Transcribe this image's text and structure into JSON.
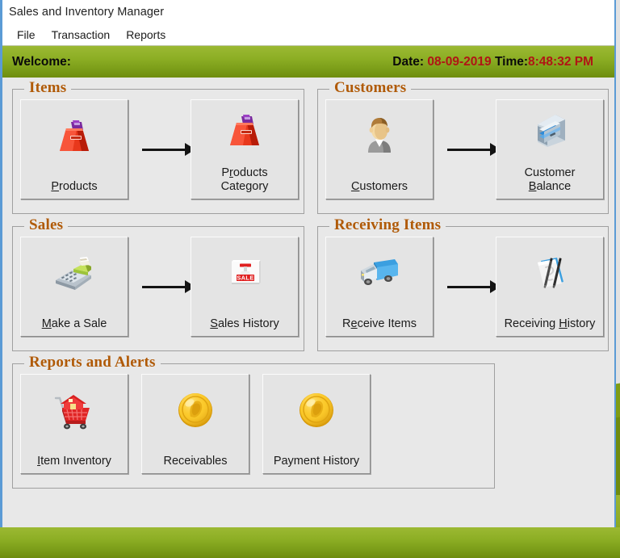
{
  "window": {
    "title": "Sales and Inventory Manager"
  },
  "menu": {
    "items": [
      {
        "label": "File"
      },
      {
        "label": "Transaction"
      },
      {
        "label": "Reports"
      }
    ]
  },
  "header": {
    "welcome_label": "Welcome:",
    "date_label": "Date:",
    "date_value": "08-09-2019",
    "time_label": "Time:",
    "time_value": "8:48:32 PM",
    "value_color": "#b01515",
    "background_top": "#9cb933",
    "background_bottom": "#6e8c0e"
  },
  "groups": {
    "items": {
      "title": "Items",
      "buttons": {
        "products": {
          "label": "Products",
          "accesskey": "P",
          "icon": "shopping-bag-icon"
        },
        "products_category": {
          "label_line1": "Products",
          "label_line2": "Category",
          "accesskey": "r",
          "icon": "shopping-bag-icon"
        }
      }
    },
    "customers": {
      "title": "Customers",
      "buttons": {
        "customers": {
          "label": "Customers",
          "accesskey": "C",
          "icon": "person-icon"
        },
        "customer_balance": {
          "label_line1": "Customer",
          "label_line2": "Balance",
          "accesskey": "B",
          "icon": "filing-cabinet-icon"
        }
      }
    },
    "sales": {
      "title": "Sales",
      "buttons": {
        "make_a_sale": {
          "label": "Make a Sale",
          "accesskey": "M",
          "icon": "cash-register-icon"
        },
        "sales_history": {
          "label": "Sales History",
          "accesskey": "S",
          "icon": "sale-sign-icon"
        }
      }
    },
    "receiving_items": {
      "title": "Receiving Items",
      "buttons": {
        "receive_items": {
          "label": "Receive Items",
          "accesskey": "e",
          "icon": "delivery-truck-icon"
        },
        "receiving_history": {
          "label": "Receiving History",
          "accesskey": "H",
          "icon": "documents-pen-icon"
        }
      }
    },
    "reports_and_alerts": {
      "title": "Reports and Alerts",
      "buttons": {
        "item_inventory": {
          "label": "Item Inventory",
          "accesskey": "I",
          "icon": "shopping-cart-icon"
        },
        "receivables": {
          "label": "Receivables",
          "accesskey": "",
          "icon": "gold-coin-icon"
        },
        "payment_history": {
          "label": "Payment History",
          "accesskey": "",
          "icon": "gold-coin-icon"
        }
      }
    }
  },
  "theme": {
    "group_title_color": "#b05a07",
    "client_background": "#e8e8e8",
    "window_border": "#5b9bd5",
    "arrow_color": "#141414"
  }
}
